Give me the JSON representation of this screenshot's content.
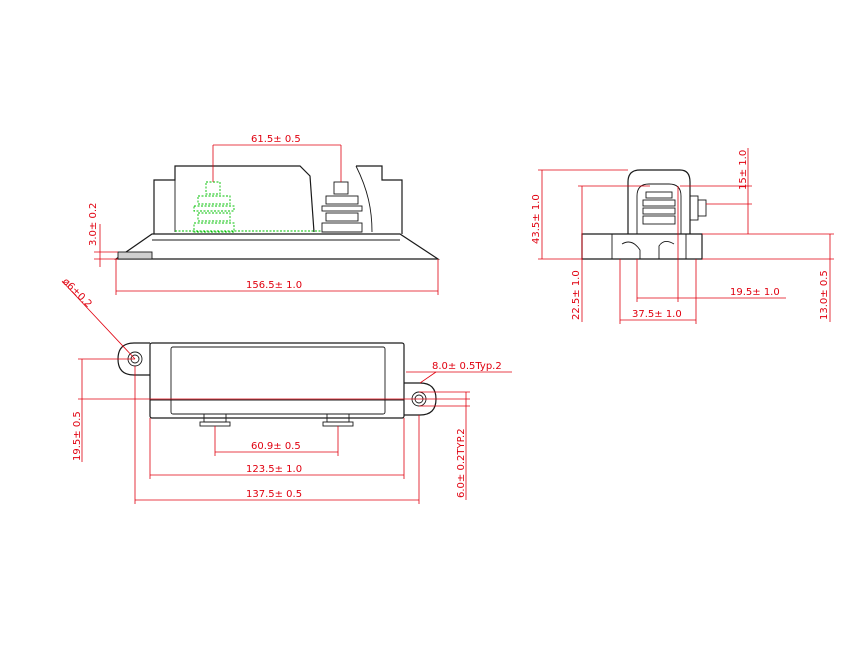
{
  "colors": {
    "dimension": "#e0000f",
    "outline": "#1a1a1a",
    "hidden": "#00c000",
    "background": "#ffffff"
  },
  "front_view": {
    "dim_top": "61.5± 0.5",
    "dim_left": "3.0± 0.2",
    "dim_bottom": "156.5± 1.0"
  },
  "side_view": {
    "dim_height": "43.5± 1.0",
    "dim_stud": "15± 1.0",
    "dim_base_height": "22.5± 1.0",
    "dim_offset": "19.5± 1.0",
    "dim_width": "37.5± 1.0",
    "dim_right": "13.0± 0.5"
  },
  "top_view": {
    "dim_hole": "ø6±0.2",
    "dim_ear_label": "8.0± 0.5Typ.2",
    "dim_left": "19.5± 0.5",
    "dim_stud_spacing": "60.9± 0.5",
    "dim_body": "123.5± 1.0",
    "dim_overall": "137.5± 0.5",
    "dim_slot": "6.0± 0.2TYP.2"
  }
}
